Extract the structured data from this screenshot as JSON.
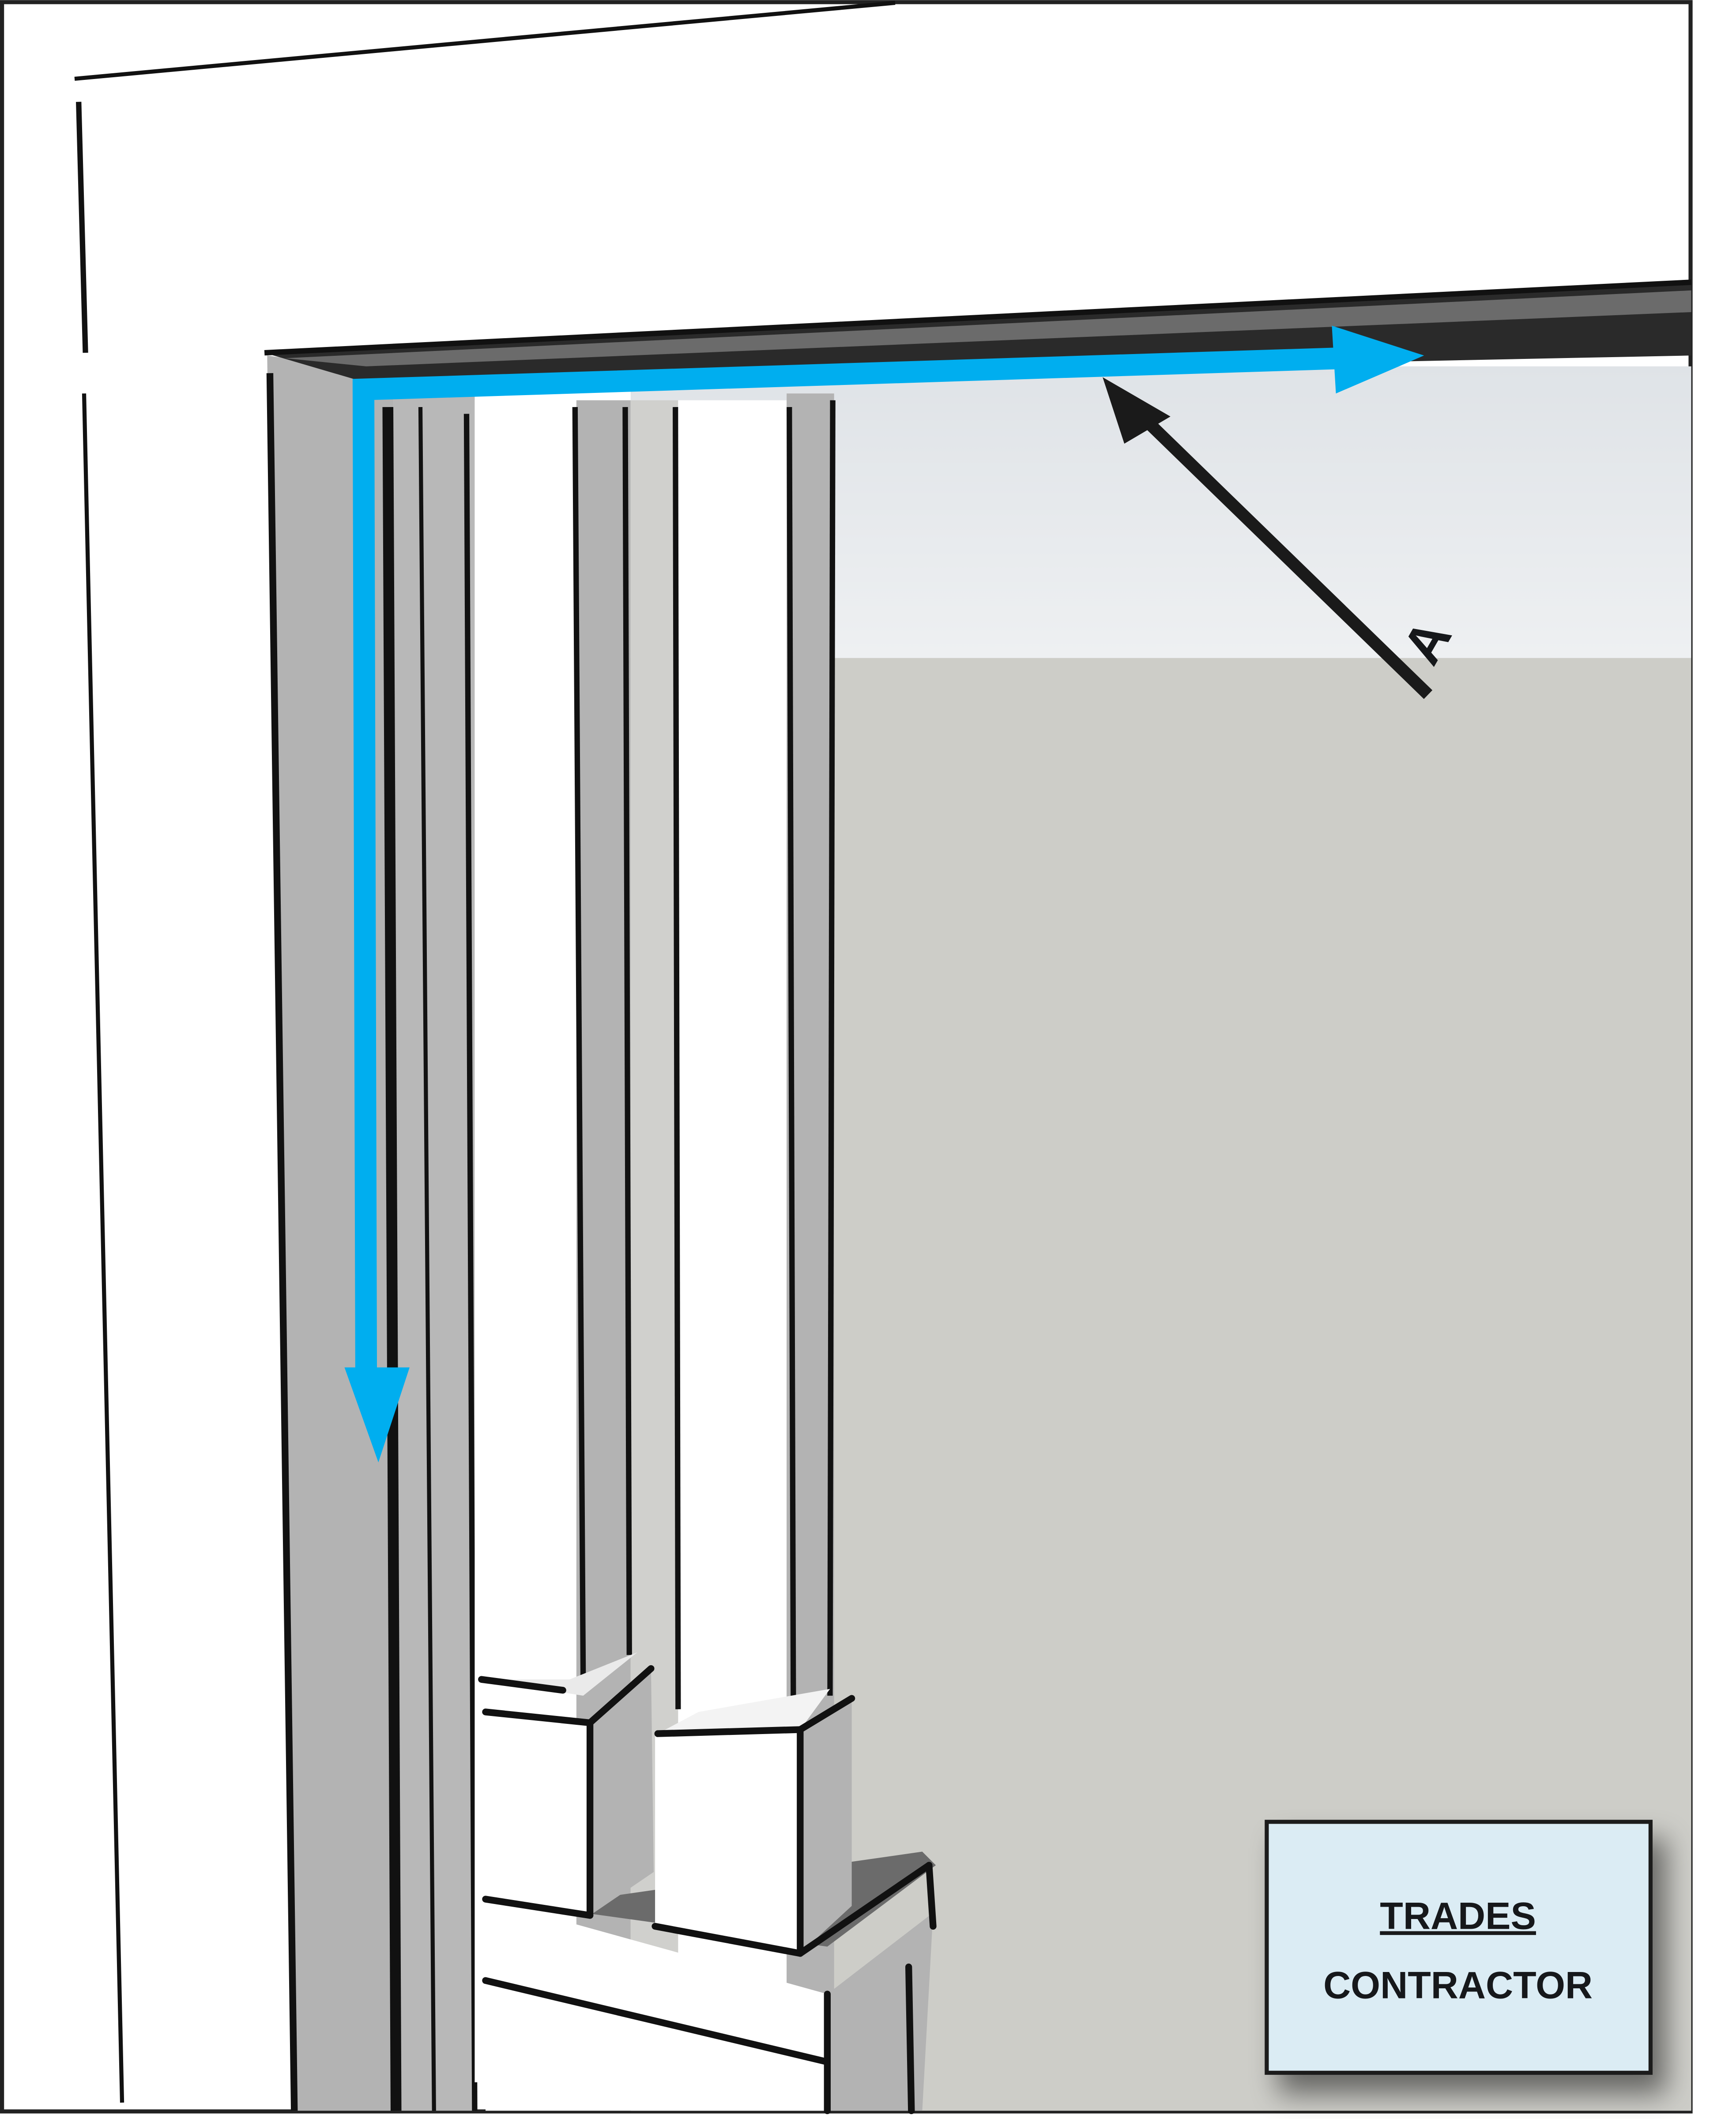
{
  "callout": {
    "letter": "A"
  },
  "label_box": {
    "line1": "TRADES",
    "line2": "CONTRACTOR"
  },
  "colors": {
    "flow_arrow": "#00aeef",
    "label_box_fill": "#dbecf4",
    "frame_gray": "#b3b3b3",
    "floor_gray": "#cdcdc8",
    "header_dark": "#2a2a2a"
  },
  "icons": {
    "flow": "blue-flow-arrow",
    "pointer": "black-pointer-arrow"
  }
}
